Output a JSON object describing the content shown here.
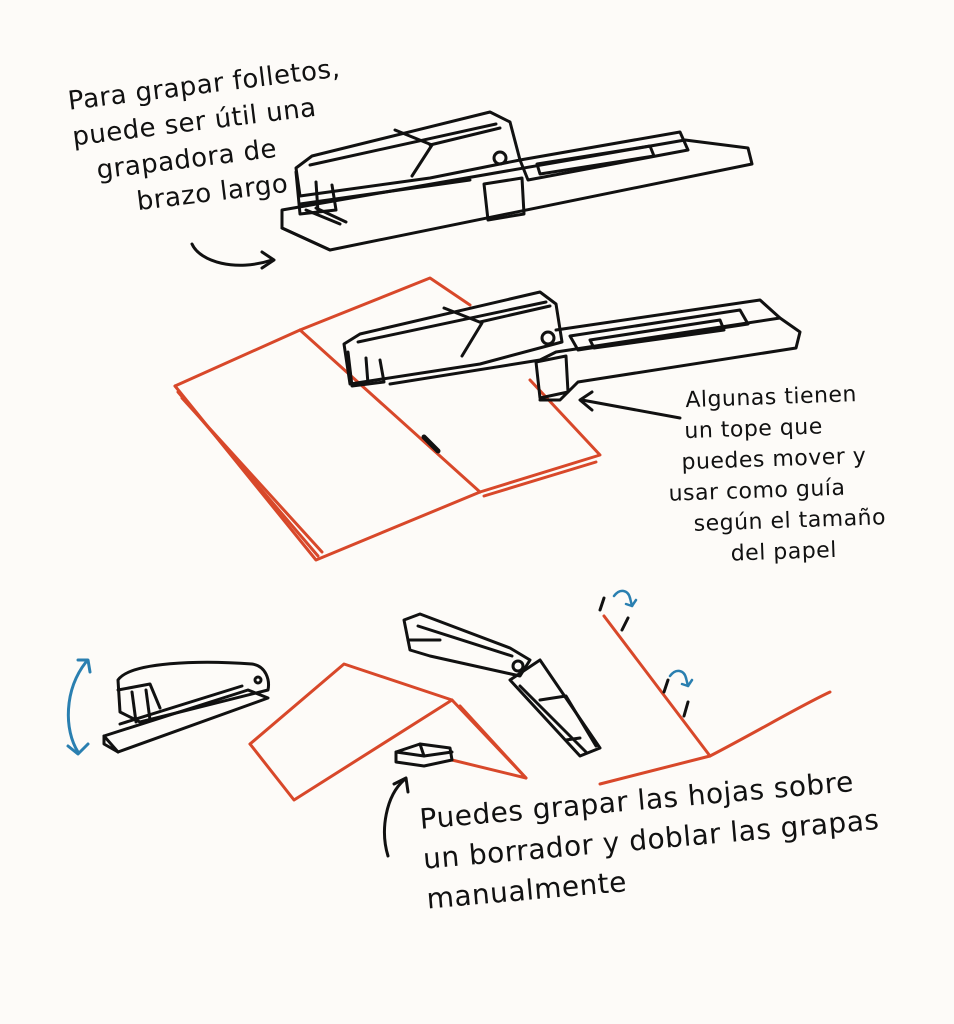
{
  "notes": {
    "top": {
      "lines": [
        "Para grapar folletos,",
        "puede ser útil una",
        "grapadora de",
        "brazo largo"
      ]
    },
    "right": {
      "lines": [
        "Algunas tienen",
        "un tope que",
        "puedes mover y",
        "usar como guía",
        "según el tamaño",
        "del papel"
      ]
    },
    "bottom": {
      "lines": [
        "Puedes grapar las hojas sobre",
        "un borrador y doblar las grapas",
        "manualmente"
      ]
    }
  },
  "colors": {
    "ink": "#111111",
    "paper": "#d8482a",
    "accent": "#2a7fb0",
    "background": "#fdfbf8"
  },
  "icons": [
    "long-arm-stapler",
    "booklet",
    "standard-stapler",
    "paper-tent",
    "eraser",
    "open-stapler",
    "bend-arrow-icon",
    "double-arrow-icon",
    "curved-arrow-icon"
  ]
}
